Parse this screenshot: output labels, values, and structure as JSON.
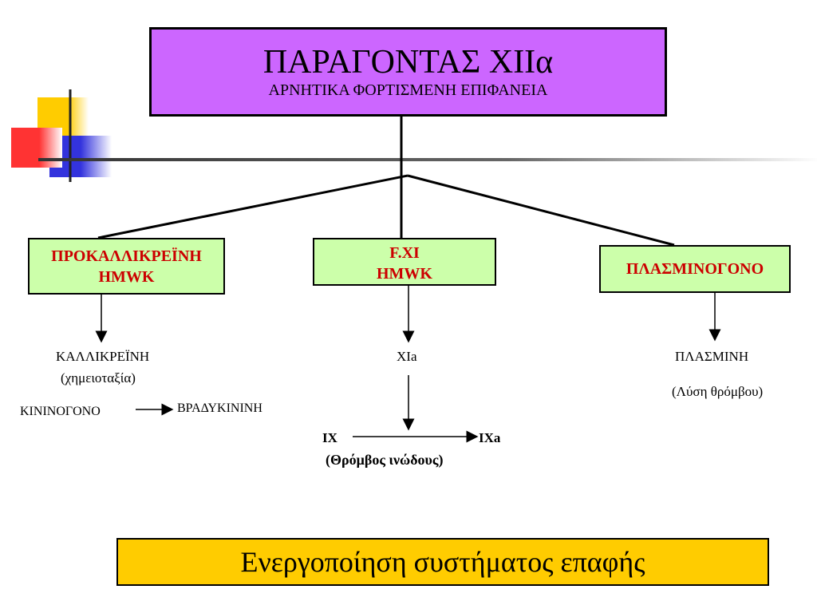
{
  "colors": {
    "title_box": "#cc66ff",
    "green_box": "#ccffaa",
    "green_box_text": "#cc0000",
    "bottom_box": "#ffcc00",
    "deco_yellow": "#ffcc00",
    "deco_red": "#ff3333",
    "deco_blue": "#3333dd"
  },
  "title": {
    "main": "ΠΑΡΑΓΟΝΤΑΣ XIIα",
    "sub": "ΑΡΝΗΤΙΚΑ ΦΟΡΤΙΣΜΕΝΗ ΕΠΙΦΑΝΕΙΑ"
  },
  "branches": {
    "left": {
      "line1": "ΠΡΟΚΑΛΛΙΚΡΕΪΝΗ",
      "line2": "HMWK"
    },
    "middle": {
      "line1": "F.XI",
      "line2": "HMWK"
    },
    "right": {
      "line1": "ΠΛΑΣΜΙΝΟΓΟΝΟ"
    }
  },
  "products": {
    "left_product": "ΚΑΛΛΙΚΡΕΪΝΗ",
    "left_note": "(χημειοταξία)",
    "kininogen": "ΚΙΝΙΝΟΓΟΝΟ",
    "bradykinin": "ΒΡΑΔΥΚΙΝΙΝΗ",
    "middle_product": "XIa",
    "ix": "IX",
    "ixa": "IXa",
    "middle_note": "(Θρόμβος ινώδους)",
    "right_product": "ΠΛΑΣΜΙΝΗ",
    "right_note": "(Λύση θρόμβου)"
  },
  "footer": {
    "caption": "Ενεργοποίηση συστήματος επαφής"
  }
}
